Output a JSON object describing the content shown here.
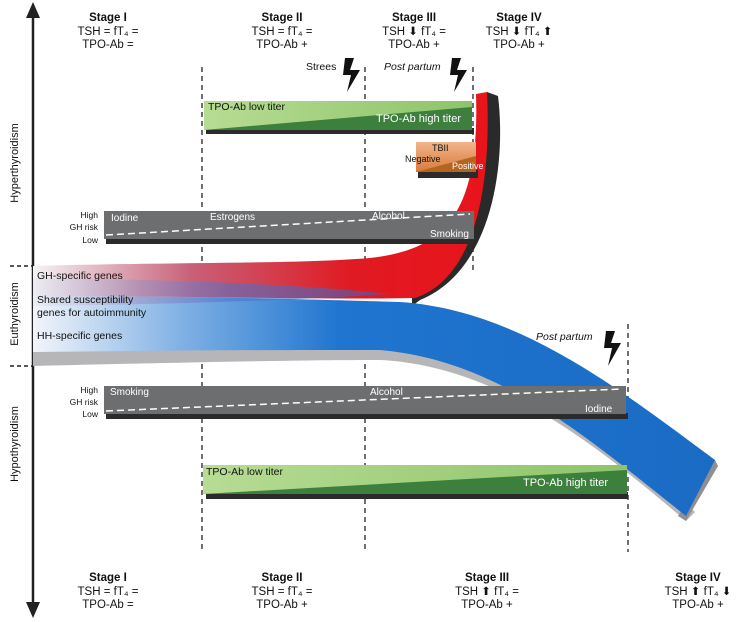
{
  "axis": {
    "hyper": "Hyperthyroidism",
    "eu": "Euthyroidism",
    "hypo": "Hypothyroidism"
  },
  "top_stages": [
    {
      "title": "Stage I",
      "line1": "TSH = fT₄ =",
      "line2": "TPO-Ab ="
    },
    {
      "title": "Stage II",
      "line1": "TSH = fT₄ =",
      "line2": "TPO-Ab +"
    },
    {
      "title": "Stage III",
      "line1": "TSH ⬇ fT₄ =",
      "line2": "TPO-Ab +"
    },
    {
      "title": "Stage IV",
      "line1": "TSH ⬇ fT₄ ⬆",
      "line2": "TPO-Ab +"
    }
  ],
  "bottom_stages": [
    {
      "title": "Stage I",
      "line1": "TSH = fT₄ =",
      "line2": "TPO-Ab ="
    },
    {
      "title": "Stage II",
      "line1": "TSH = fT₄ =",
      "line2": "TPO-Ab +"
    },
    {
      "title": "Stage III",
      "line1": "TSH ⬆ fT₄ =",
      "line2": "TPO-Ab +"
    },
    {
      "title": "Stage IV",
      "line1": "TSH ⬆ fT₄ ⬇",
      "line2": "TPO-Ab +"
    }
  ],
  "events": {
    "strees": "Strees",
    "post_partum_top": "Post partum",
    "post_partum_bottom": "Post partum"
  },
  "upper_tpo": {
    "low": "TPO-Ab low titer",
    "high": "TPO-Ab high titer"
  },
  "lower_tpo": {
    "low": "TPO-Ab low titer",
    "high": "TPO-Ab high titer"
  },
  "tbii": {
    "title": "TBII",
    "negative": "Negative",
    "positive": "Positive"
  },
  "gh_risk_upper": {
    "high": "High",
    "mid": "GH risk",
    "low": "Low",
    "iodine": "Iodine",
    "estrogens": "Estrogens",
    "alcohol": "Alcohol",
    "smoking": "Smoking"
  },
  "gh_risk_lower": {
    "high": "High",
    "mid": "GH risk",
    "low": "Low",
    "smoking": "Smoking",
    "alcohol": "Alcohol",
    "iodine": "Iodine"
  },
  "genes": {
    "gh": "GH-specific genes",
    "shared1": "Shared susceptibility",
    "shared2": "genes for autoimmunity",
    "hh": "HH-specific genes"
  },
  "colors": {
    "red": "#e8141c",
    "blue": "#1a6fc9",
    "green_light": "#a7d37f",
    "green_dark": "#3d7f3d",
    "gray_bar": "#6d6e70",
    "orange": "#e8955a"
  }
}
